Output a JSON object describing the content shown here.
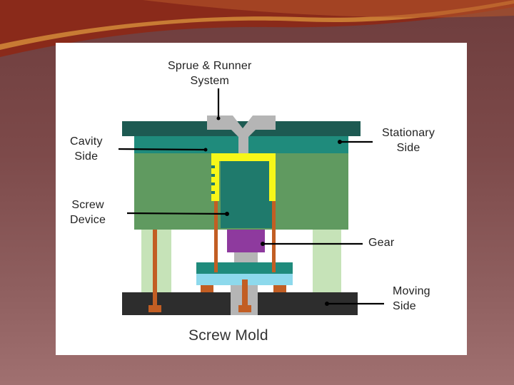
{
  "labels": {
    "sprue": [
      "Sprue & Runner",
      "System"
    ],
    "cavity": [
      "Cavity",
      "Side"
    ],
    "stationary": [
      "Stationary",
      "Side"
    ],
    "screw": [
      "Screw",
      "Device"
    ],
    "gear": "Gear",
    "moving": [
      "Moving",
      "Side"
    ]
  },
  "caption": "Screw Mold",
  "colors": {
    "dark_teal": "#1d5a52",
    "teal": "#1f8b7c",
    "mold_green": "#609a60",
    "pillar_green": "#c6e3b8",
    "rod_orange": "#c25e23",
    "yellow_cavity": "#f7f719",
    "gear_purple": "#8e3a9e",
    "gray": "#b5b5b5",
    "light_blue": "#8dd9ec",
    "dark_base": "#2d2d2d"
  }
}
